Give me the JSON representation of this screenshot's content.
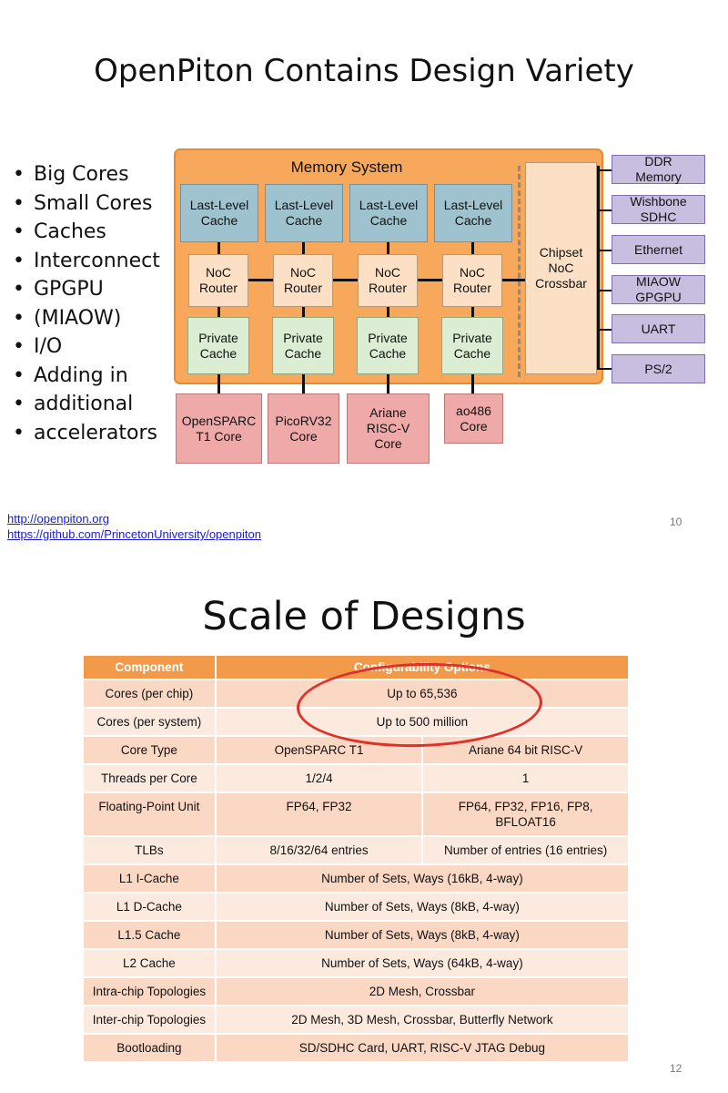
{
  "slide1": {
    "title": "OpenPiton Contains Design Variety",
    "bullets": [
      "Big Cores",
      "Small Cores",
      "Caches",
      "Interconnect",
      "GPGPU",
      "(MIAOW)",
      "I/O",
      "Adding in",
      "additional",
      "accelerators"
    ],
    "diagram": {
      "memory_system_label": "Memory System",
      "last_level_caches": [
        "Last-Level\nCache",
        "Last-Level\nCache",
        "Last-Level\nCache",
        "Last-Level\nCache"
      ],
      "noc_routers": [
        "NoC\nRouter",
        "NoC\nRouter",
        "NoC\nRouter",
        "NoC\nRouter"
      ],
      "private_caches": [
        "Private\nCache",
        "Private\nCache",
        "Private\nCache",
        "Private\nCache"
      ],
      "cores": [
        "OpenSPARC\nT1 Core",
        "PicoRV32\nCore",
        "Ariane\nRISC-V\nCore",
        "ao486\nCore"
      ],
      "chipset": "Chipset\nNoC\nCrossbar",
      "peripherals": [
        "DDR\nMemory",
        "Wishbone SDHC",
        "Ethernet",
        "MIAOW GPGPU",
        "UART",
        "PS/2"
      ],
      "colors": {
        "memory_system": "#f7a85a",
        "last_level_cache": "#9ec3cf",
        "noc_router": "#fbe0c6",
        "private_cache": "#dbeed3",
        "core": "#eea9a8",
        "peripheral": "#c8bfe0"
      }
    },
    "links": [
      "http://openpiton.org",
      "https://github.com/PrincetonUniversity/openpiton"
    ],
    "page_number": "10"
  },
  "slide2": {
    "title": "Scale of Designs",
    "table": {
      "headers": [
        "Component",
        "Configurability Options"
      ],
      "rows": [
        {
          "component": "Cores (per chip)",
          "options": [
            "Up to 65,536"
          ]
        },
        {
          "component": "Cores (per system)",
          "options": [
            "Up to 500 million"
          ]
        },
        {
          "component": "Core Type",
          "options": [
            "OpenSPARC T1",
            "Ariane 64 bit RISC-V"
          ]
        },
        {
          "component": "Threads per Core",
          "options": [
            "1/2/4",
            "1"
          ]
        },
        {
          "component": "Floating-Point Unit",
          "options": [
            "FP64, FP32",
            "FP64, FP32, FP16, FP8, BFLOAT16"
          ]
        },
        {
          "component": "TLBs",
          "options": [
            "8/16/32/64 entries",
            "Number of entries (16 entries)"
          ]
        },
        {
          "component": "L1 I-Cache",
          "options": [
            "Number of Sets, Ways (16kB, 4-way)"
          ]
        },
        {
          "component": "L1 D-Cache",
          "options": [
            "Number of Sets, Ways (8kB, 4-way)"
          ]
        },
        {
          "component": "L1.5 Cache",
          "options": [
            "Number of Sets, Ways (8kB, 4-way)"
          ]
        },
        {
          "component": "L2 Cache",
          "options": [
            "Number of Sets, Ways (64kB, 4-way)"
          ]
        },
        {
          "component": "Intra-chip Topologies",
          "options": [
            "2D Mesh, Crossbar"
          ]
        },
        {
          "component": "Inter-chip Topologies",
          "options": [
            "2D Mesh, 3D Mesh, Crossbar, Butterfly Network"
          ]
        },
        {
          "component": "Bootloading",
          "options": [
            "SD/SDHC Card, UART, RISC-V JTAG Debug"
          ]
        }
      ]
    },
    "highlight_color": "#e0302a",
    "page_number": "12"
  }
}
